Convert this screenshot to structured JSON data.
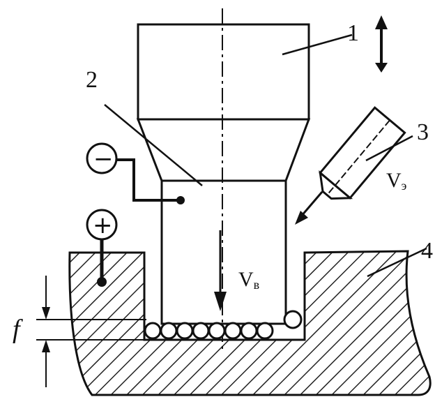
{
  "labels": {
    "electrode_tool": "1",
    "tool_body": "2",
    "nozzle": "3",
    "workpiece": "4"
  },
  "velocities": {
    "feed_main": "V",
    "feed_main_sub": "в",
    "electrolyte": "V",
    "electrolyte_sub": "э"
  },
  "gap": "f",
  "polarity": {
    "negative": "−",
    "positive": "+"
  }
}
